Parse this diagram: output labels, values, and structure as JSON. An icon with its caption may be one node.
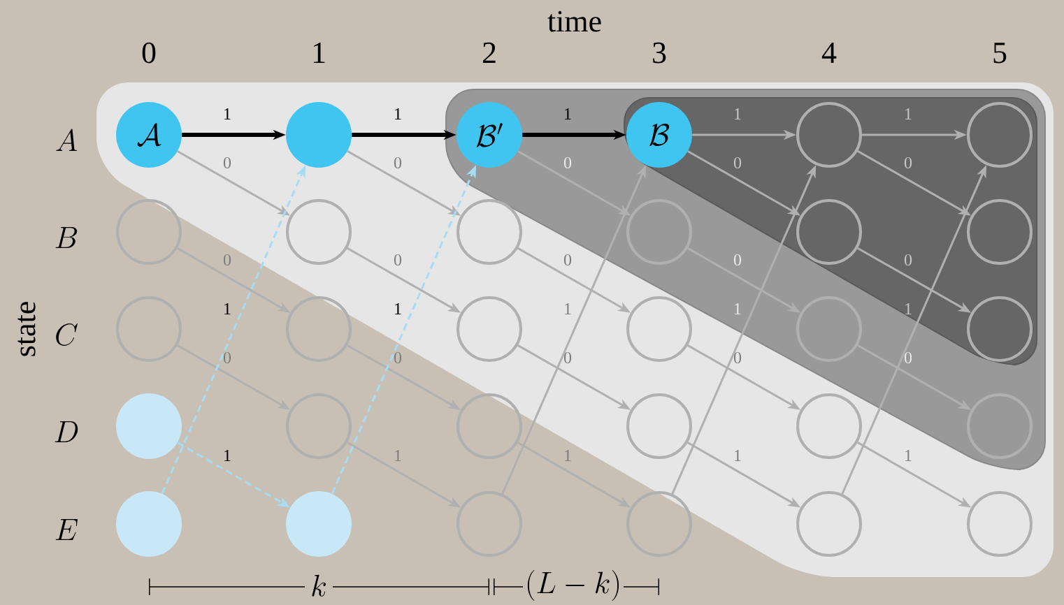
{
  "diagram": {
    "nodes": [
      {
        "text": [
          "\\mathcal{A}"
        ]
      },
      {
        "text": [],
        "shape": "circle"
      },
      {
        "text": [
          "\\mathcal{B}'"
        ]
      },
      {
        "text": [
          "\\mathcal{B}"
        ]
      },
      {
        "text": [],
        "shape": "circle"
      },
      {
        "text": [],
        "shape": "circle"
      },
      {
        "text": [],
        "shape": "circle"
      },
      {
        "text": [],
        "shape": "circle"
      },
      {
        "text": [],
        "shape": "circle"
      },
      {
        "text": [],
        "shape": "circle"
      },
      {
        "text": [],
        "shape": "circle"
      },
      {
        "text": [],
        "shape": "circle"
      },
      {
        "text": [],
        "shape": "circle"
      },
      {
        "text": [],
        "shape": "circle"
      },
      {
        "text": [],
        "shape": "circle"
      },
      {
        "text": [],
        "shape": "circle"
      },
      {
        "text": [],
        "shape": "circle"
      },
      {
        "text": [],
        "shape": "circle"
      },
      {
        "text": [],
        "shape": "circle"
      },
      {
        "text": [],
        "shape": "circle"
      },
      {
        "text": [],
        "shape": "circle"
      },
      {
        "text": [],
        "shape": "circle"
      },
      {
        "text": [],
        "shape": "circle"
      },
      {
        "text": [],
        "shape": "circle"
      },
      {
        "text": [],
        "shape": "circle"
      },
      {
        "text": [],
        "shape": "circle"
      },
      {
        "text": [],
        "shape": "circle"
      },
      {
        "text": [],
        "shape": "circle"
      },
      {
        "text": [],
        "shape": "circle"
      },
      {
        "text": [],
        "shape": "circle"
      }
    ],
    "edges": [
      {
        "from": 0,
        "to": 1,
        "arrow": "to",
        "label": "1",
        "style": "thick",
        "color": "#000000"
      },
      {
        "from": 0,
        "to": 7,
        "arrow": "to",
        "label": "0"
      },
      {
        "from": 6,
        "to": 13,
        "arrow": "to",
        "label": "0"
      },
      {
        "from": 12,
        "to": 19,
        "arrow": "to",
        "label": "0"
      },
      {
        "from": 18,
        "to": 25,
        "arrow": "to",
        "label": "1",
        "style": "dashed",
        "color": "#a8dcf5"
      },
      {
        "from": 24,
        "to": 1,
        "arrow": "to",
        "label": "1",
        "style": "dashed",
        "color": "#a8dcf5"
      },
      {
        "from": 1,
        "to": 2,
        "arrow": "to",
        "label": "1",
        "style": "thick",
        "color": "#000000"
      },
      {
        "from": 1,
        "to": 8,
        "arrow": "to",
        "label": "0"
      },
      {
        "from": 7,
        "to": 14,
        "arrow": "to",
        "label": "0"
      },
      {
        "from": 13,
        "to": 20,
        "arrow": "to",
        "label": "0"
      },
      {
        "from": 19,
        "to": 26,
        "arrow": "to",
        "label": "1"
      },
      {
        "from": 25,
        "to": 2,
        "arrow": "to",
        "label": "1",
        "style": "dashed",
        "color": "#a8dcf5"
      },
      {
        "from": 2,
        "to": 3,
        "arrow": "to",
        "label": "1",
        "style": "thick",
        "color": "#000000"
      },
      {
        "from": 2,
        "to": 9,
        "arrow": "to",
        "label": "0"
      },
      {
        "from": 8,
        "to": 15,
        "arrow": "to",
        "label": "0"
      },
      {
        "from": 14,
        "to": 21,
        "arrow": "to",
        "label": "0"
      },
      {
        "from": 20,
        "to": 27,
        "arrow": "to",
        "label": "1"
      },
      {
        "from": 26,
        "to": 3,
        "arrow": "to",
        "label": "1"
      },
      {
        "from": 3,
        "to": 4,
        "arrow": "to",
        "label": "1"
      },
      {
        "from": 3,
        "to": 10,
        "arrow": "to",
        "label": "0"
      },
      {
        "from": 9,
        "to": 16,
        "arrow": "to",
        "label": "0"
      },
      {
        "from": 15,
        "to": 22,
        "arrow": "to",
        "label": "0"
      },
      {
        "from": 21,
        "to": 28,
        "arrow": "to",
        "label": "1"
      },
      {
        "from": 27,
        "to": 4,
        "arrow": "to",
        "label": "1"
      },
      {
        "from": 4,
        "to": 5,
        "arrow": "to",
        "label": "1"
      },
      {
        "from": 4,
        "to": 11,
        "arrow": "to",
        "label": "0"
      },
      {
        "from": 10,
        "to": 17,
        "arrow": "to",
        "label": "0"
      },
      {
        "from": 16,
        "to": 23,
        "arrow": "to",
        "label": "0"
      },
      {
        "from": 22,
        "to": 29,
        "arrow": "to",
        "label": "1"
      },
      {
        "from": 28,
        "to": 5,
        "arrow": "to",
        "label": "1"
      }
    ],
    "labels": [
      "time",
      "0",
      "1",
      "2",
      "3",
      "4",
      "5",
      "state",
      "A",
      "B",
      "C",
      "D",
      "E",
      "k",
      "(L-k)"
    ]
  }
}
